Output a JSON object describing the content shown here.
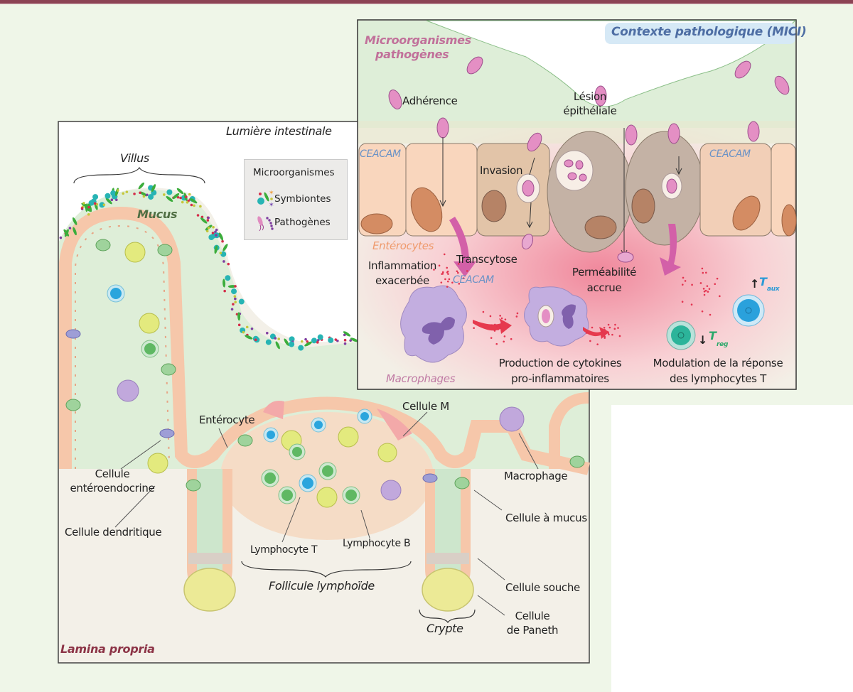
{
  "frame": {
    "accent_color": "#8c4354",
    "background_color": "#eff6e8"
  },
  "main_panel": {
    "lumen_label": "Lumière intestinale",
    "lamina_label": "Lamina propria",
    "villus_label": "Villus",
    "mucus_label": "Mucus",
    "follicle_label": "Follicule lymphoïde",
    "crypt_label": "Crypte",
    "legend": {
      "title": "Microorganismes",
      "items": [
        {
          "icon": "symbiont-icon",
          "label": "Symbiontes"
        },
        {
          "icon": "pathogen-icon",
          "label": "Pathogènes"
        }
      ]
    },
    "annotations": {
      "enterocyte": "Entérocyte",
      "enteroendocrine_line1": "Cellule",
      "enteroendocrine_line2": "entéroendocrine",
      "dendritic": "Cellule dendritique",
      "lymphocyte_t": "Lymphocyte T",
      "lymphocyte_b": "Lymphocyte B",
      "m_cell": "Cellule M",
      "macrophage": "Macrophage",
      "mucus_cell": "Cellule à mucus",
      "stem_cell": "Cellule souche",
      "paneth_line1": "Cellule",
      "paneth_line2": "de Paneth"
    }
  },
  "inset_panel": {
    "title": "Contexte pathologique (MICI)",
    "pathogens_line1": "Microorganismes",
    "pathogens_line2": "pathogènes",
    "adherence": "Adhérence",
    "lesion_line1": "Lésion",
    "lesion_line2": "épithéliale",
    "ceacam": "CEACAM",
    "invasion": "Invasion",
    "enterocytes": "Entérocytes",
    "transcytose": "Transcytose",
    "inflammation_line1": "Inflammation",
    "inflammation_line2": "exacerbée",
    "permeability_line1": "Perméabilité",
    "permeability_line2": "accrue",
    "macrophages": "Macrophages",
    "cytokines_line1": "Production de cytokines",
    "cytokines_line2": "pro-inflammatoires",
    "t_modulation_line1": "Modulation de la réponse",
    "t_modulation_line2": "des lymphocytes T",
    "t_aux": {
      "symbol": "T",
      "subscript": "aux",
      "trend": "↑"
    },
    "t_reg": {
      "symbol": "T",
      "subscript": "reg",
      "trend": "↓"
    }
  }
}
